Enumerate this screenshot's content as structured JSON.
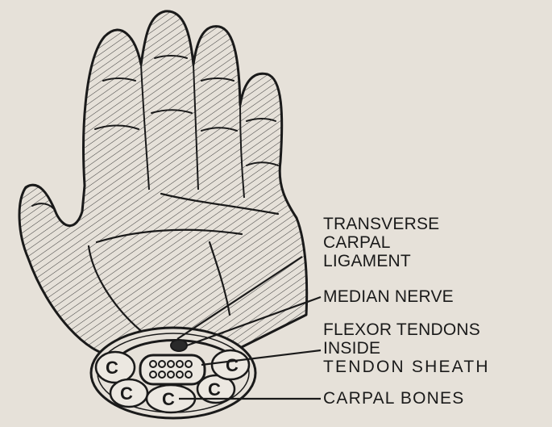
{
  "labels": {
    "transverse_carpal_ligament": [
      "TRANSVERSE",
      "CARPAL",
      "LIGAMENT"
    ],
    "median_nerve": "MEDIAN NERVE",
    "flexor_tendons": [
      "FLEXOR TENDONS",
      "INSIDE",
      "TENDON SHEATH"
    ],
    "carpal_bones": "CARPAL BONES"
  },
  "carpal_bone_letter": "C",
  "colors": {
    "background": "#e6e1d9",
    "ink": "#1a1a1a",
    "bone_fill": "#ece8e1"
  }
}
